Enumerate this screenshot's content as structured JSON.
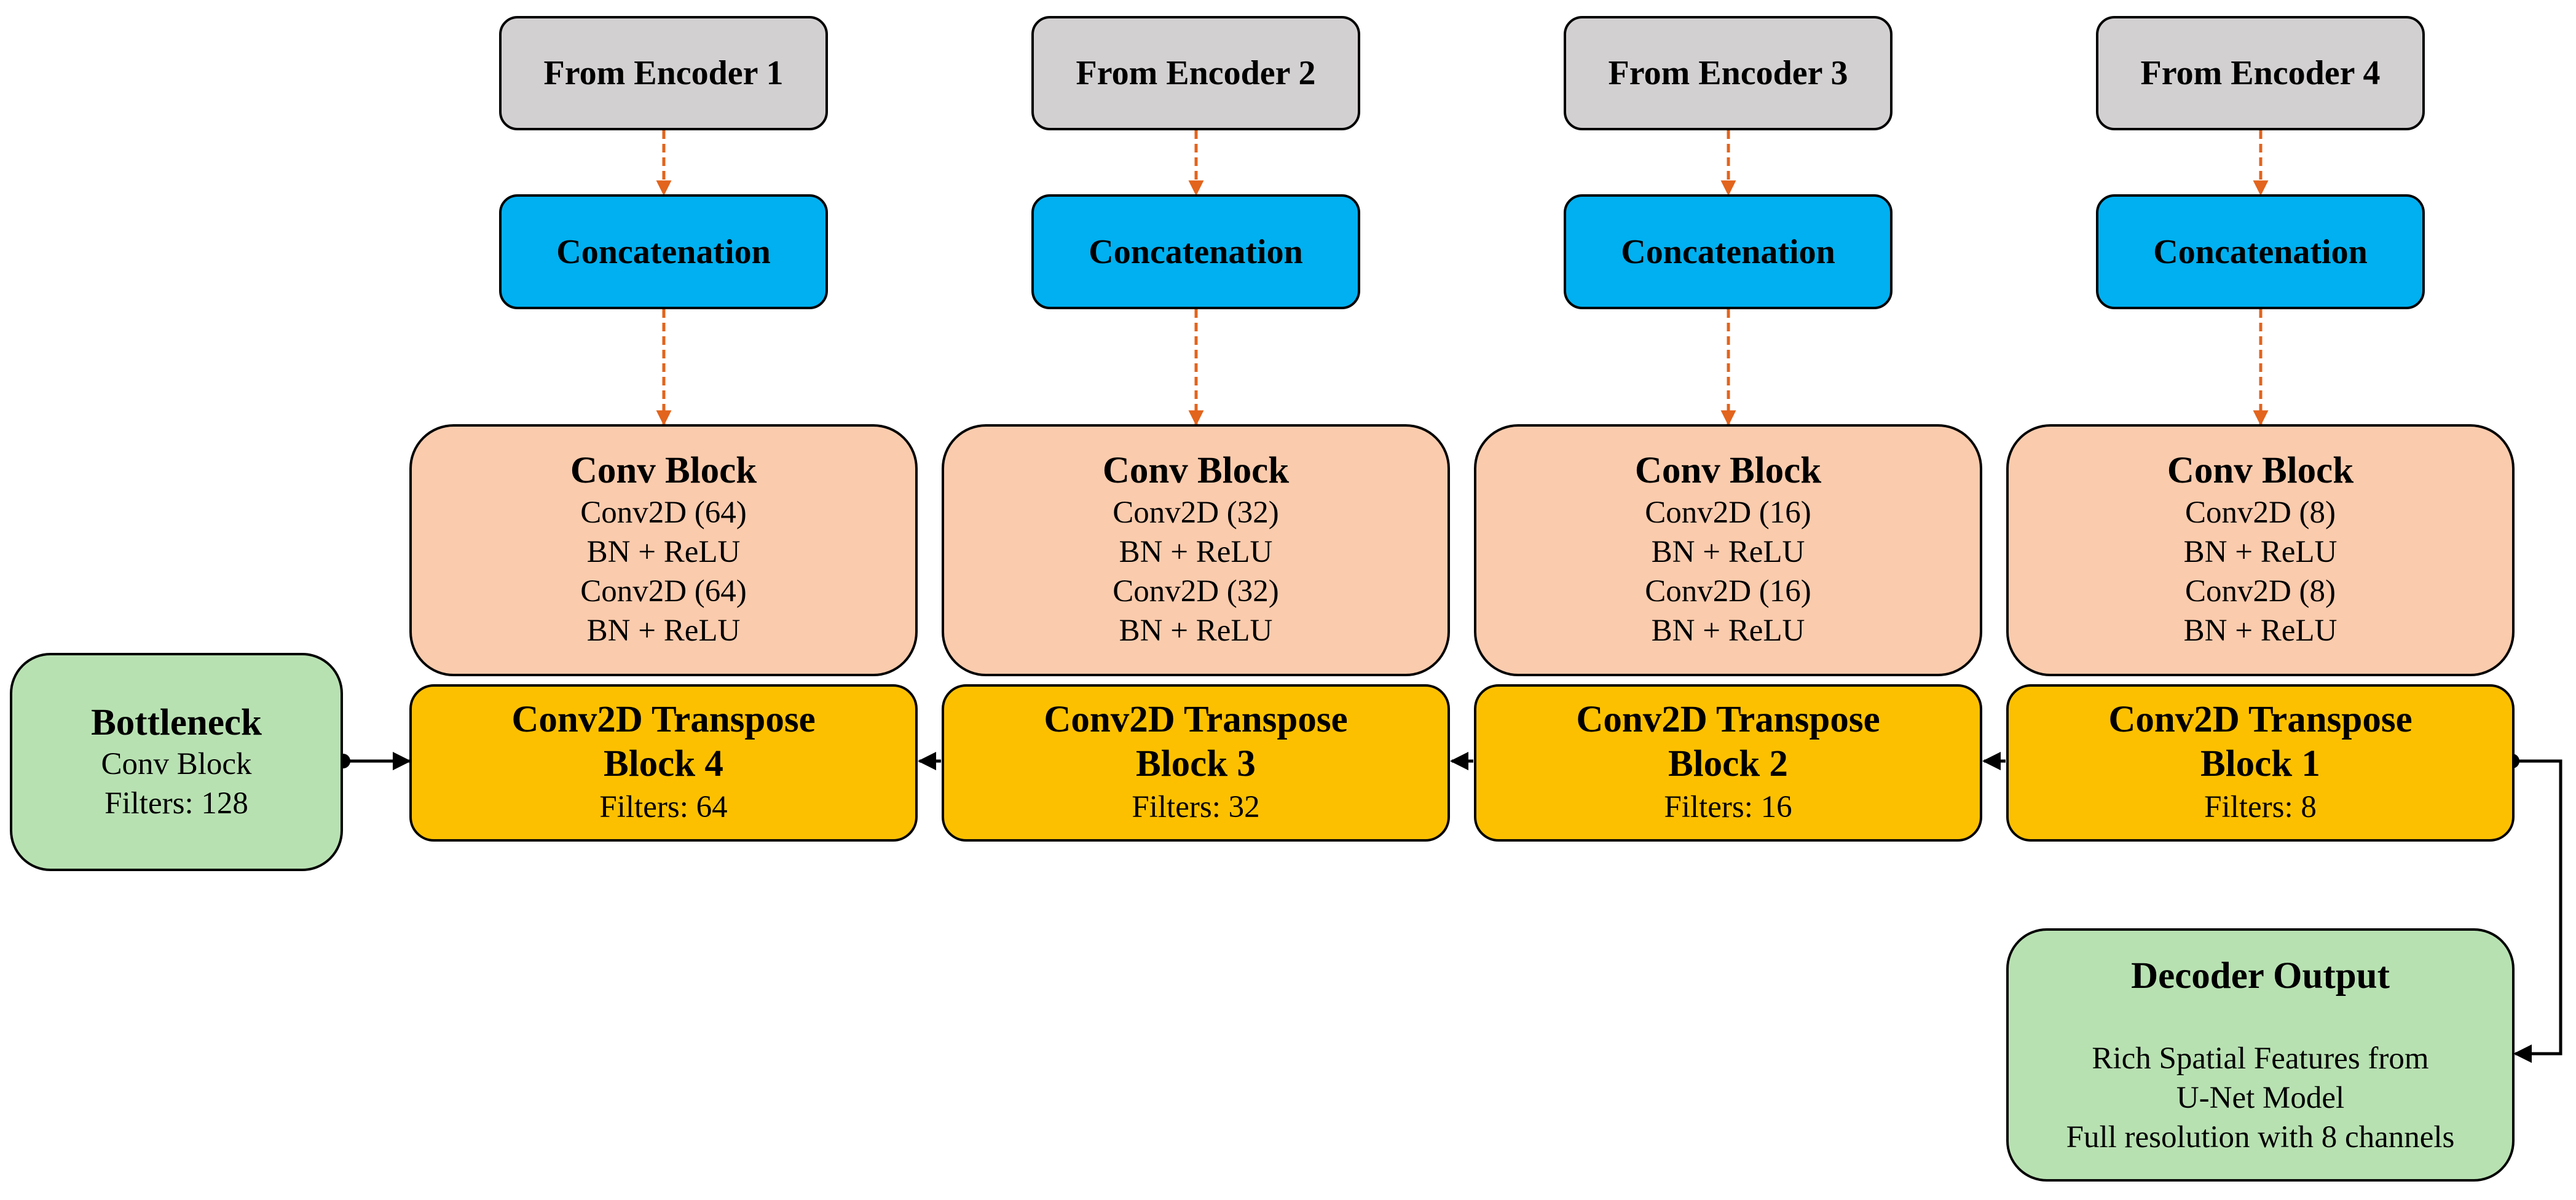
{
  "colors": {
    "encoder": "#d3d0d1",
    "concatenation": "#00b0f0",
    "conv_block": "#fbcbad",
    "transpose_block": "#fdc001",
    "bottleneck_output": "#b8e1b2",
    "skip_arrow": "#e2641d"
  },
  "stages": [
    {
      "encoder": "From Encoder 1",
      "concat": "Concatenation",
      "conv": {
        "title": "Conv Block",
        "lines": [
          "Conv2D (64)",
          "BN + ReLU",
          "Conv2D (64)",
          "BN + ReLU"
        ]
      },
      "transpose": {
        "title1": "Conv2D Transpose",
        "title2": "Block 4",
        "filters": "Filters: 64"
      }
    },
    {
      "encoder": "From Encoder 2",
      "concat": "Concatenation",
      "conv": {
        "title": "Conv Block",
        "lines": [
          "Conv2D (32)",
          "BN + ReLU",
          "Conv2D (32)",
          "BN + ReLU"
        ]
      },
      "transpose": {
        "title1": "Conv2D Transpose",
        "title2": "Block 3",
        "filters": "Filters: 32"
      }
    },
    {
      "encoder": "From Encoder 3",
      "concat": "Concatenation",
      "conv": {
        "title": "Conv Block",
        "lines": [
          "Conv2D (16)",
          "BN + ReLU",
          "Conv2D (16)",
          "BN + ReLU"
        ]
      },
      "transpose": {
        "title1": "Conv2D Transpose",
        "title2": "Block 2",
        "filters": "Filters: 16"
      }
    },
    {
      "encoder": "From Encoder 4",
      "concat": "Concatenation",
      "conv": {
        "title": "Conv Block",
        "lines": [
          "Conv2D (8)",
          "BN + ReLU",
          "Conv2D (8)",
          "BN + ReLU"
        ]
      },
      "transpose": {
        "title1": "Conv2D Transpose",
        "title2": "Block 1",
        "filters": "Filters: 8"
      }
    }
  ],
  "bottleneck": {
    "title": "Bottleneck",
    "line1": "Conv Block",
    "line2": "Filters: 128"
  },
  "output": {
    "title": "Decoder Output",
    "lines": [
      "Rich Spatial Features from",
      "U-Net Model",
      "Full resolution with 8 channels"
    ]
  }
}
